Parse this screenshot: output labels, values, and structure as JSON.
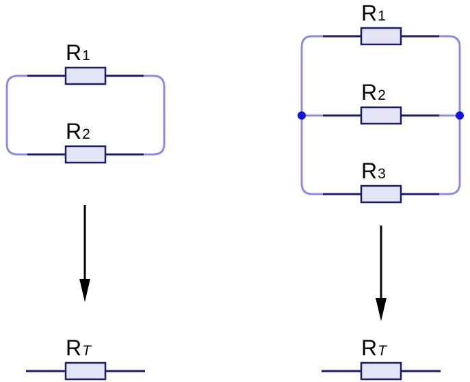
{
  "colors": {
    "frame": "#8c8ce0",
    "lead": "#1a1a6e",
    "resistor_fill": "#e4e4f6",
    "resistor_stroke": "#1a1a6e",
    "junction": "#1414e6",
    "arrow": "#000000"
  },
  "left_circuit": {
    "r1": {
      "letter": "R",
      "sub": "1"
    },
    "r2": {
      "letter": "R",
      "sub": "2"
    }
  },
  "right_circuit": {
    "r1": {
      "letter": "R",
      "sub": "1"
    },
    "r2": {
      "letter": "R",
      "sub": "2"
    },
    "r3": {
      "letter": "R",
      "sub": "3"
    }
  },
  "left_result": {
    "letter": "R",
    "sub": "T"
  },
  "right_result": {
    "letter": "R",
    "sub": "T"
  }
}
